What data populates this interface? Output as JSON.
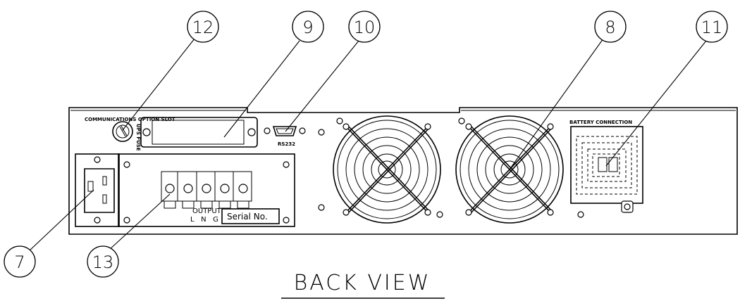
{
  "labels": {
    "communications_slot": "COMMUNICATIONS OPTION SLOT",
    "ups_fuse": "UPS FUSE",
    "rs232": "RS232",
    "battery_connection": "BATTERY CONNECTION",
    "output": "OUTPUT",
    "output_terminals": "L   N   G",
    "serial_no": "Serial No.",
    "view_title": "BACK VIEW"
  },
  "callouts": [
    "12",
    "9",
    "10",
    "8",
    "11",
    "7",
    "13"
  ]
}
